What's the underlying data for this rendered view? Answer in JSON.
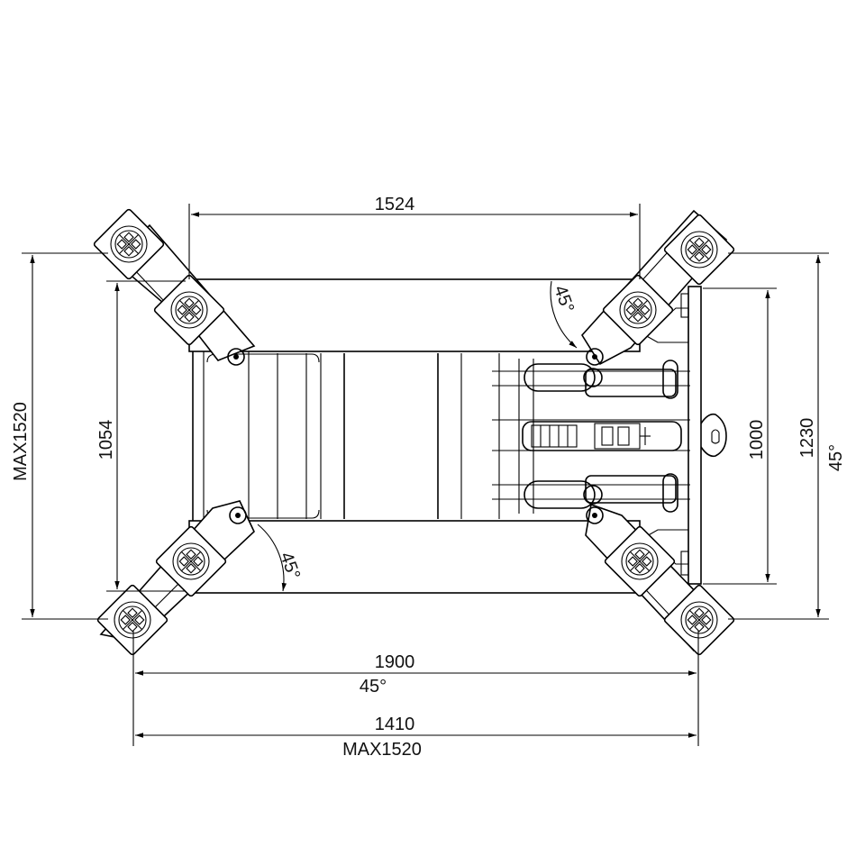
{
  "diagram": {
    "title": "",
    "dimensions": {
      "top_width": "1524",
      "left_max": "MAX1520",
      "left_inner": "1054",
      "right_inner": "1000",
      "right_outer": "1230",
      "right_angle": "45°",
      "bottom_1": "1900",
      "bottom_angle": "45°",
      "bottom_2": "1410",
      "bottom_max": "MAX1520",
      "arm_angle_top": "45°",
      "arm_angle_bottom": "45°"
    }
  }
}
